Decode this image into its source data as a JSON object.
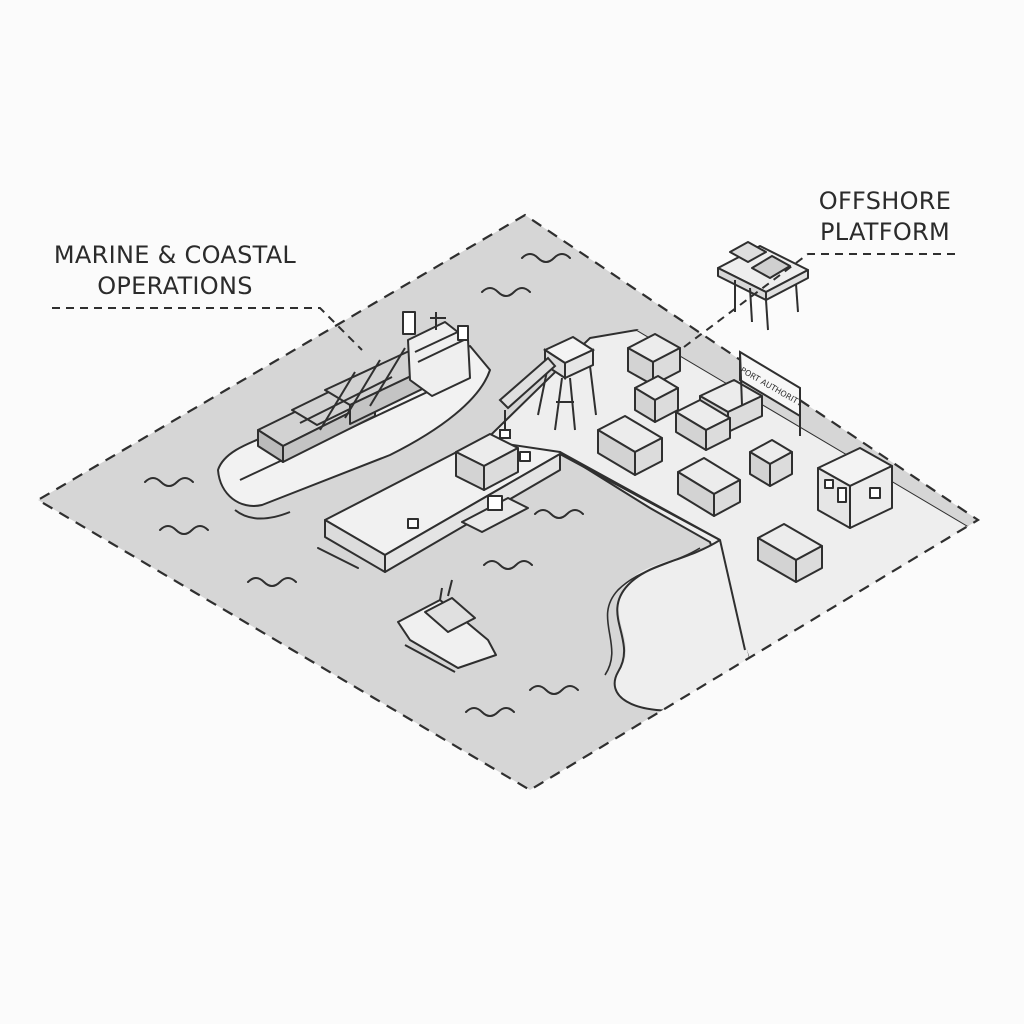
{
  "labels": {
    "marine_line1": "MARINE & COASTAL",
    "marine_line2": "OPERATIONS",
    "offshore_line1": "OFFSHORE",
    "offshore_line2": "PLATFORM",
    "authority_sign": "PORT AUTHORITY"
  },
  "colors": {
    "background": "#fbfbfb",
    "water": "#d6d6d6",
    "land": "#eeeeee",
    "line": "#2f2f2f"
  },
  "icons": [
    "container-ship-icon",
    "gantry-crane-icon",
    "patrol-boat-icon",
    "offshore-platform-icon",
    "port-building-icon"
  ]
}
